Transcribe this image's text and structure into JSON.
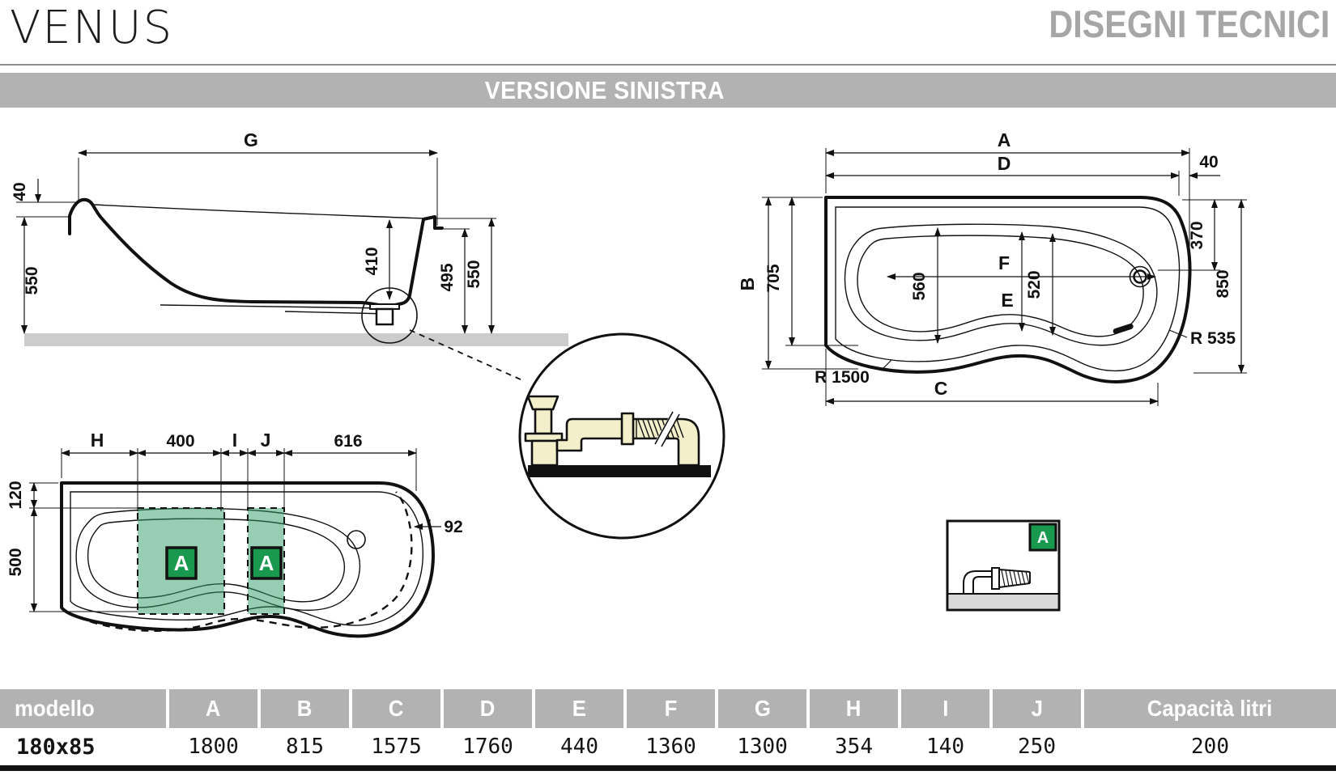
{
  "header": {
    "product_name": "VENUS",
    "page_title": "DISEGNI TECNICI",
    "version_banner": "VERSIONE SINISTRA"
  },
  "side_view": {
    "dim_g": "G",
    "dim_40": "40",
    "dim_550_left": "550",
    "dim_410": "410",
    "dim_495": "495",
    "dim_550_right": "550"
  },
  "plan_view": {
    "dim_a": "A",
    "dim_d": "D",
    "dim_40": "40",
    "dim_b": "B",
    "dim_705": "705",
    "dim_f": "F",
    "dim_e": "E",
    "dim_560": "560",
    "dim_520": "520",
    "dim_370": "370",
    "dim_850": "850",
    "radius_535": "R 535",
    "radius_1500": "R 1500",
    "dim_c": "C"
  },
  "apron_view": {
    "dim_h": "H",
    "dim_400": "400",
    "dim_i": "I",
    "dim_j": "J",
    "dim_616": "616",
    "dim_120": "120",
    "dim_500": "500",
    "dim_92": "92",
    "zone_a_label": "A"
  },
  "detail_box": {
    "zone_label": "A"
  },
  "spec_table": {
    "headers": [
      "modello",
      "A",
      "B",
      "C",
      "D",
      "E",
      "F",
      "G",
      "H",
      "I",
      "J",
      "Capacità litri"
    ],
    "rows": [
      {
        "model": "180x85",
        "values": [
          "1800",
          "815",
          "1575",
          "1760",
          "440",
          "1360",
          "1300",
          "354",
          "140",
          "250",
          "200"
        ]
      }
    ]
  },
  "colors": {
    "banner_gray": "#b2b2b2",
    "title_gray": "#a6a6a6",
    "floor_gray": "#cccccc",
    "zone_green": "#2f9e68",
    "badge_green": "#18994e",
    "pipe_beige": "#f2efca",
    "line_black": "#111111"
  }
}
